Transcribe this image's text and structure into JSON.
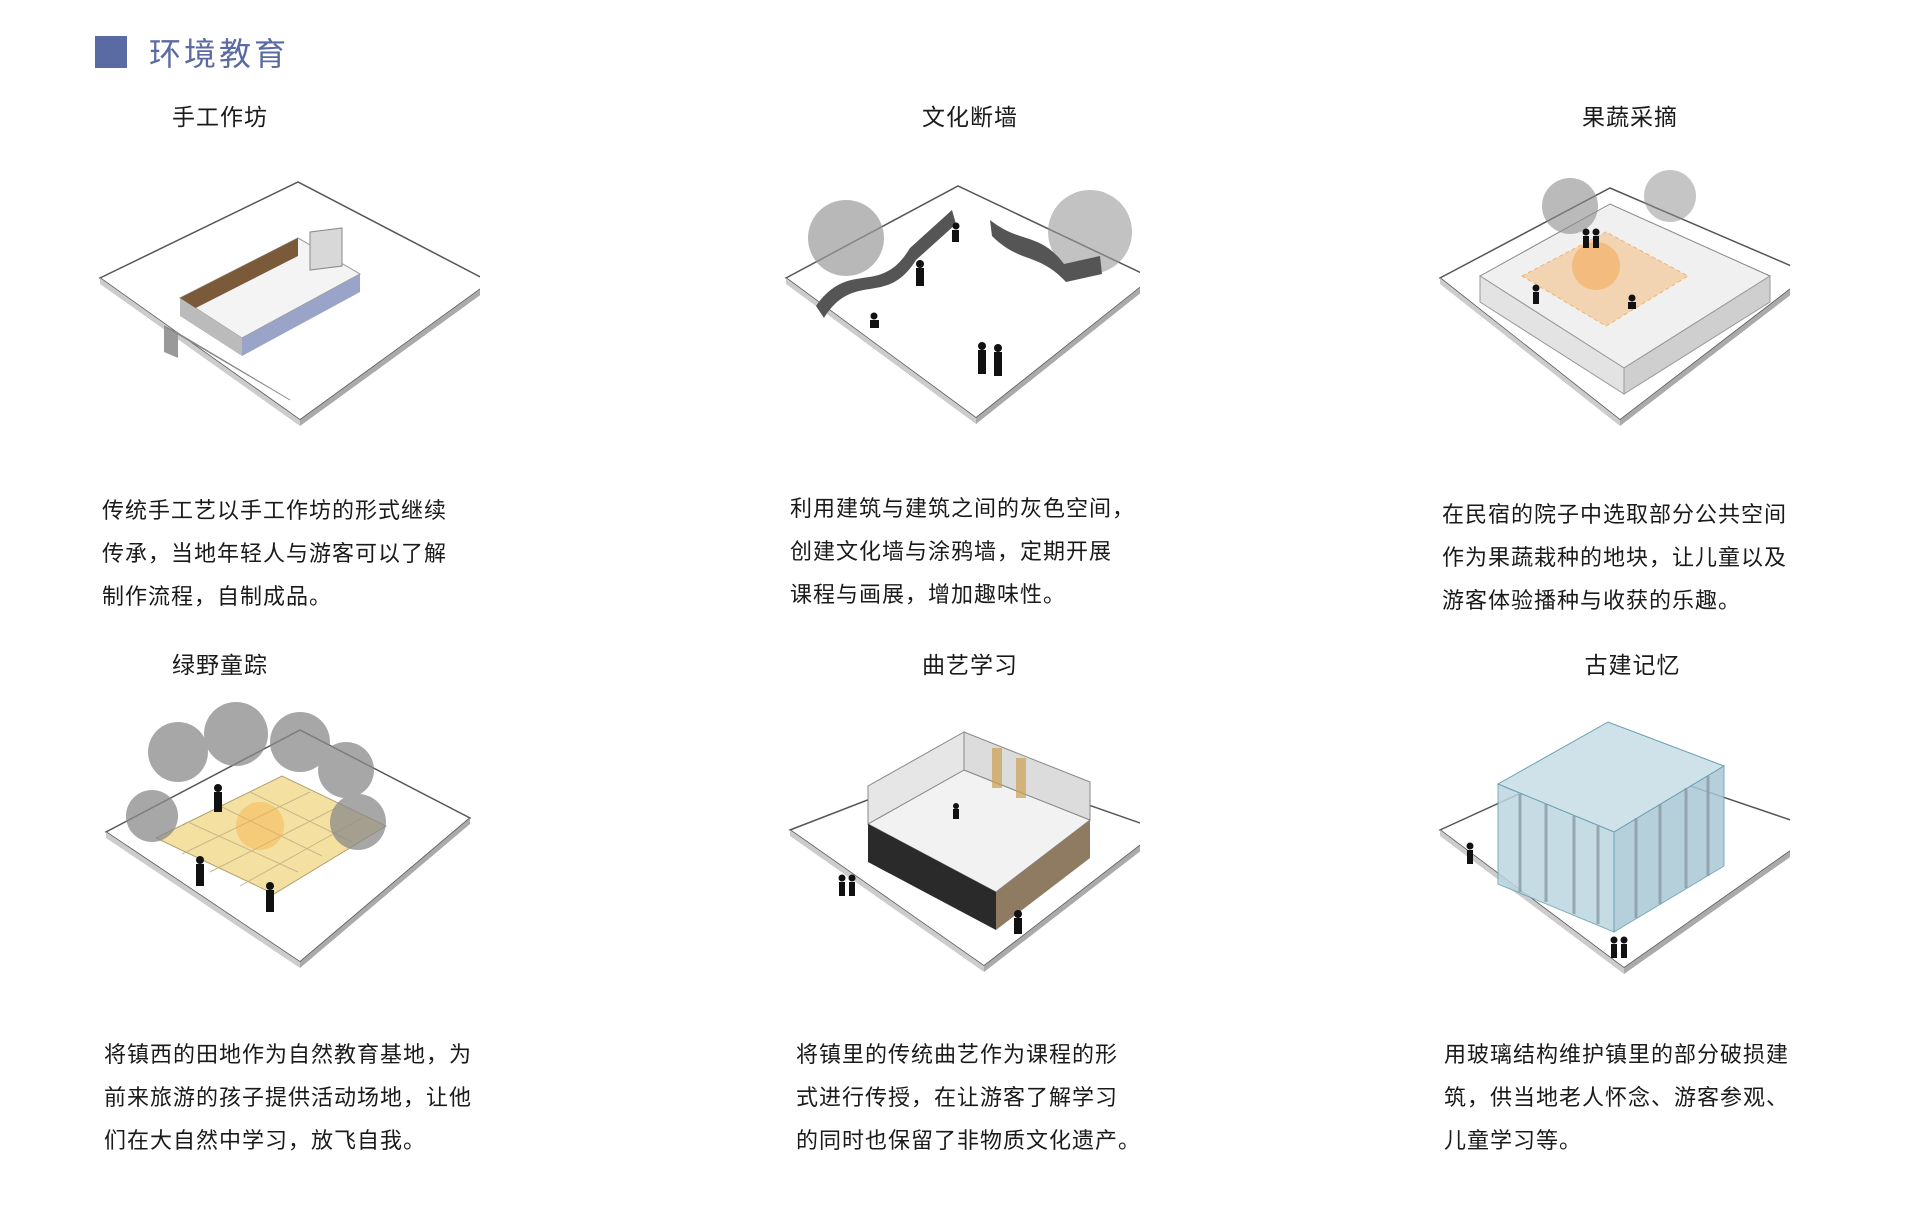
{
  "section": {
    "title": "环境教育",
    "accent": "#5a6aa3"
  },
  "cards": [
    {
      "title": "手工作坊",
      "desc": "传统手工艺以手工作坊的形式继续\n传承，当地年轻人与游客可以了解\n制作流程，自制成品。"
    },
    {
      "title": "文化断墙",
      "desc": "利用建筑与建筑之间的灰色空间，\n创建文化墙与涂鸦墙，定期开展\n课程与画展，增加趣味性。"
    },
    {
      "title": "果蔬采摘",
      "desc": "在民宿的院子中选取部分公共空间\n作为果蔬栽种的地块，让儿童以及\n游客体验播种与收获的乐趣。"
    },
    {
      "title": "绿野童踪",
      "desc": "将镇西的田地作为自然教育基地，为\n前来旅游的孩子提供活动场地，让他\n们在大自然中学习，放飞自我。"
    },
    {
      "title": "曲艺学习",
      "desc": "将镇里的传统曲艺作为课程的形\n式进行传授，在让游客了解学习\n的同时也保留了非物质文化遗产。"
    },
    {
      "title": "古建记忆",
      "desc": "用玻璃结构维护镇里的部分破损建\n筑，供当地老人怀念、游客参观、\n儿童学习等。"
    }
  ]
}
